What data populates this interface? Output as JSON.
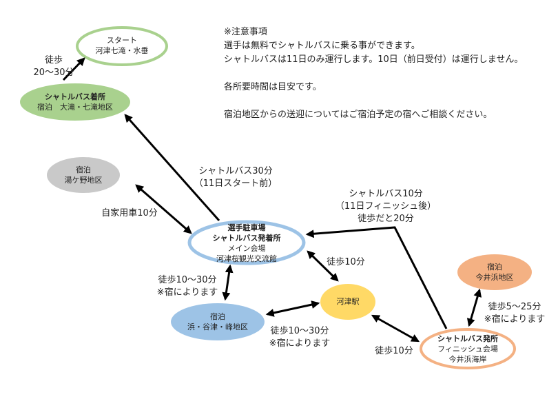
{
  "notes": {
    "heading": "※注意事項",
    "line1": "選手は無料でシャトルバスに乗る事ができます。",
    "line2": "シャトルバスは11日のみ運行します。10日（前日受付）は運行しません。",
    "line3": "各所要時間は目安です。",
    "line4": "宿泊地区からの送迎についてはご宿泊予定の宿へご相談ください。"
  },
  "nodes": {
    "start": {
      "line1": "スタート",
      "line2": "河津七滝・水垂",
      "color": "#a9d18e"
    },
    "arrival": {
      "title": "シャトルバス着所",
      "line2": "宿泊　大滝・七滝地区",
      "color": "#a9d18e"
    },
    "yugano": {
      "line1": "宿泊",
      "line2": "湯ケ野地区",
      "color": "#c9c9c9"
    },
    "main": {
      "title1": "選手駐車場",
      "title2": "シャトルバス発着所",
      "line3": "メイン会場",
      "line4": "河津桜観光交流館",
      "color": "#9dc3e6"
    },
    "hama": {
      "line1": "宿泊",
      "line2": "浜・谷津・峰地区",
      "color": "#9dc3e6"
    },
    "station": {
      "line1": "河津駅",
      "color": "#ffd966"
    },
    "imaihama": {
      "line1": "宿泊",
      "line2": "今井浜地区",
      "color": "#f4b183"
    },
    "finish": {
      "title": "シャトルバス発所",
      "line2": "フィニッシュ会場",
      "line3": "今井浜海岸",
      "color": "#f4b183"
    }
  },
  "labels": {
    "walk_start_1": "徒歩",
    "walk_start_2": "20〜30分",
    "bus30_1": "シャトルバス30分",
    "bus30_2": "（11日スタート前）",
    "car": "自家用車10分",
    "bus10_1": "シャトルバス10分",
    "bus10_2": "（11日フィニッシュ後）",
    "bus10_3": "徒歩だと20分",
    "walk_hama_1": "徒歩10〜30分",
    "walk_hama_2": "※宿によります",
    "walk_station": "徒歩10分",
    "walk_hama_station_1": "徒歩10〜30分",
    "walk_hama_station_2": "※宿によります",
    "walk_finish": "徒歩10分",
    "walk_imai_1": "徒歩5〜25分",
    "walk_imai_2": "※宿によります"
  }
}
